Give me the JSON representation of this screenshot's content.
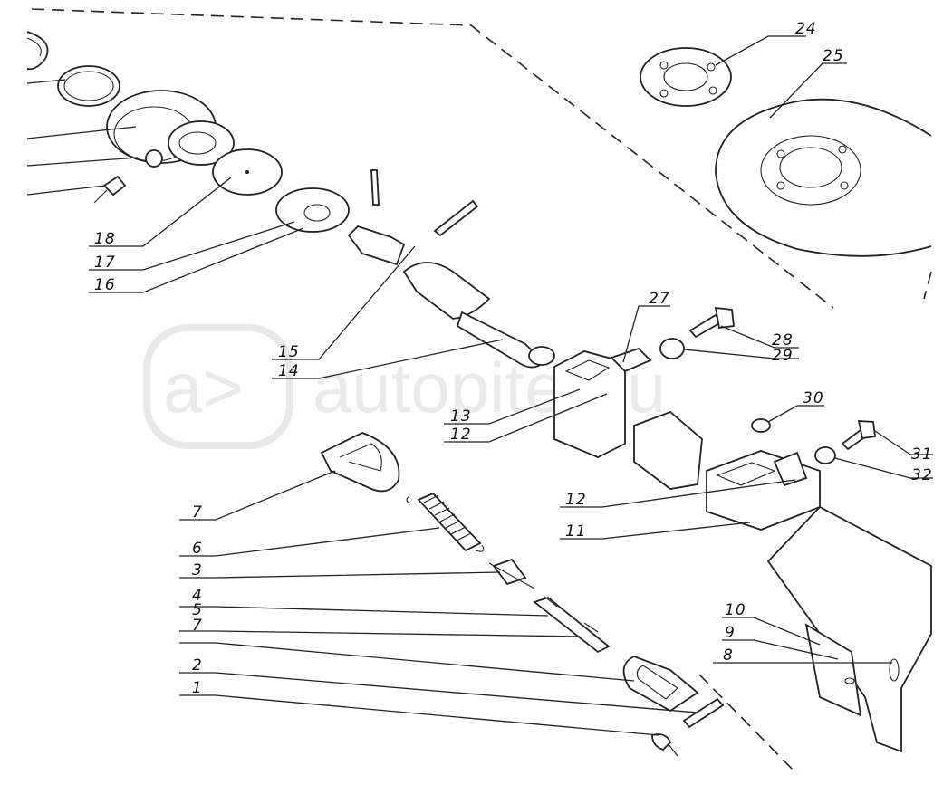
{
  "watermark": {
    "text": "autopiter.ru",
    "logo_glyph": "a>"
  },
  "callouts": [
    {
      "id": "c18",
      "label": "18"
    },
    {
      "id": "c17",
      "label": "17"
    },
    {
      "id": "c16",
      "label": "16"
    },
    {
      "id": "c15",
      "label": "15"
    },
    {
      "id": "c14",
      "label": "14"
    },
    {
      "id": "c13",
      "label": "13"
    },
    {
      "id": "c12a",
      "label": "12"
    },
    {
      "id": "c27",
      "label": "27"
    },
    {
      "id": "c28",
      "label": "28"
    },
    {
      "id": "c29",
      "label": "29"
    },
    {
      "id": "c30",
      "label": "30"
    },
    {
      "id": "c31",
      "label": "31"
    },
    {
      "id": "c32",
      "label": "32"
    },
    {
      "id": "c24",
      "label": "24"
    },
    {
      "id": "c25",
      "label": "25"
    },
    {
      "id": "c12b",
      "label": "12"
    },
    {
      "id": "c11",
      "label": "11"
    },
    {
      "id": "c10",
      "label": "10"
    },
    {
      "id": "c9",
      "label": "9"
    },
    {
      "id": "c8",
      "label": "8"
    },
    {
      "id": "c7a",
      "label": "7"
    },
    {
      "id": "c6",
      "label": "6"
    },
    {
      "id": "c3",
      "label": "3"
    },
    {
      "id": "c4",
      "label": "4"
    },
    {
      "id": "c5",
      "label": "5"
    },
    {
      "id": "c7b",
      "label": "7"
    },
    {
      "id": "c2",
      "label": "2"
    },
    {
      "id": "c1",
      "label": "1"
    }
  ]
}
